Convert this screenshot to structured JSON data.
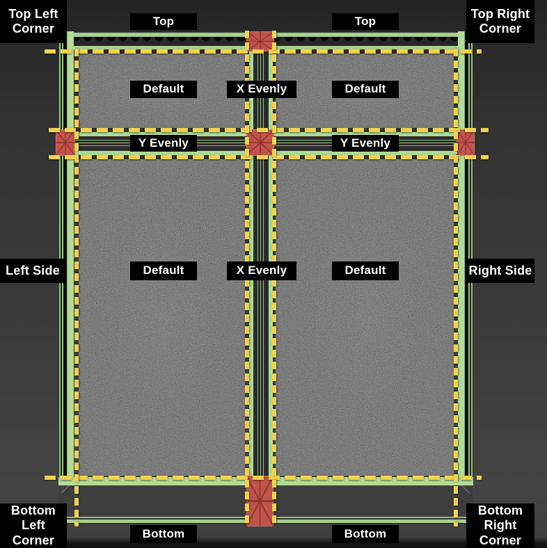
{
  "diagram": {
    "labels": {
      "top_left_corner": "Top Left\nCorner",
      "top_1": "Top",
      "top_2": "Top",
      "top_right_corner": "Top Right\nCorner",
      "default_top_left": "Default",
      "x_evenly_top": "X Evenly",
      "default_top_right": "Default",
      "y_evenly_left": "Y Evenly",
      "y_evenly_right": "Y Evenly",
      "left_side": "Left Side",
      "default_mid_left": "Default",
      "x_evenly_mid": "X Evenly",
      "default_mid_right": "Default",
      "right_side": "Right Side",
      "bottom_left_corner": "Bottom\nLeft\nCorner",
      "bottom_1": "Bottom",
      "bottom_2": "Bottom",
      "bottom_right_corner": "Bottom\nRight\nCorner"
    },
    "colors": {
      "background": "#333333",
      "panel_gray": "#7d7d7d",
      "frame_green": "#aedb92",
      "guide_yellow": "#f1d14d",
      "handle_red": "#c0544c",
      "label_bg": "#000000",
      "label_text": "#ffffff"
    }
  }
}
